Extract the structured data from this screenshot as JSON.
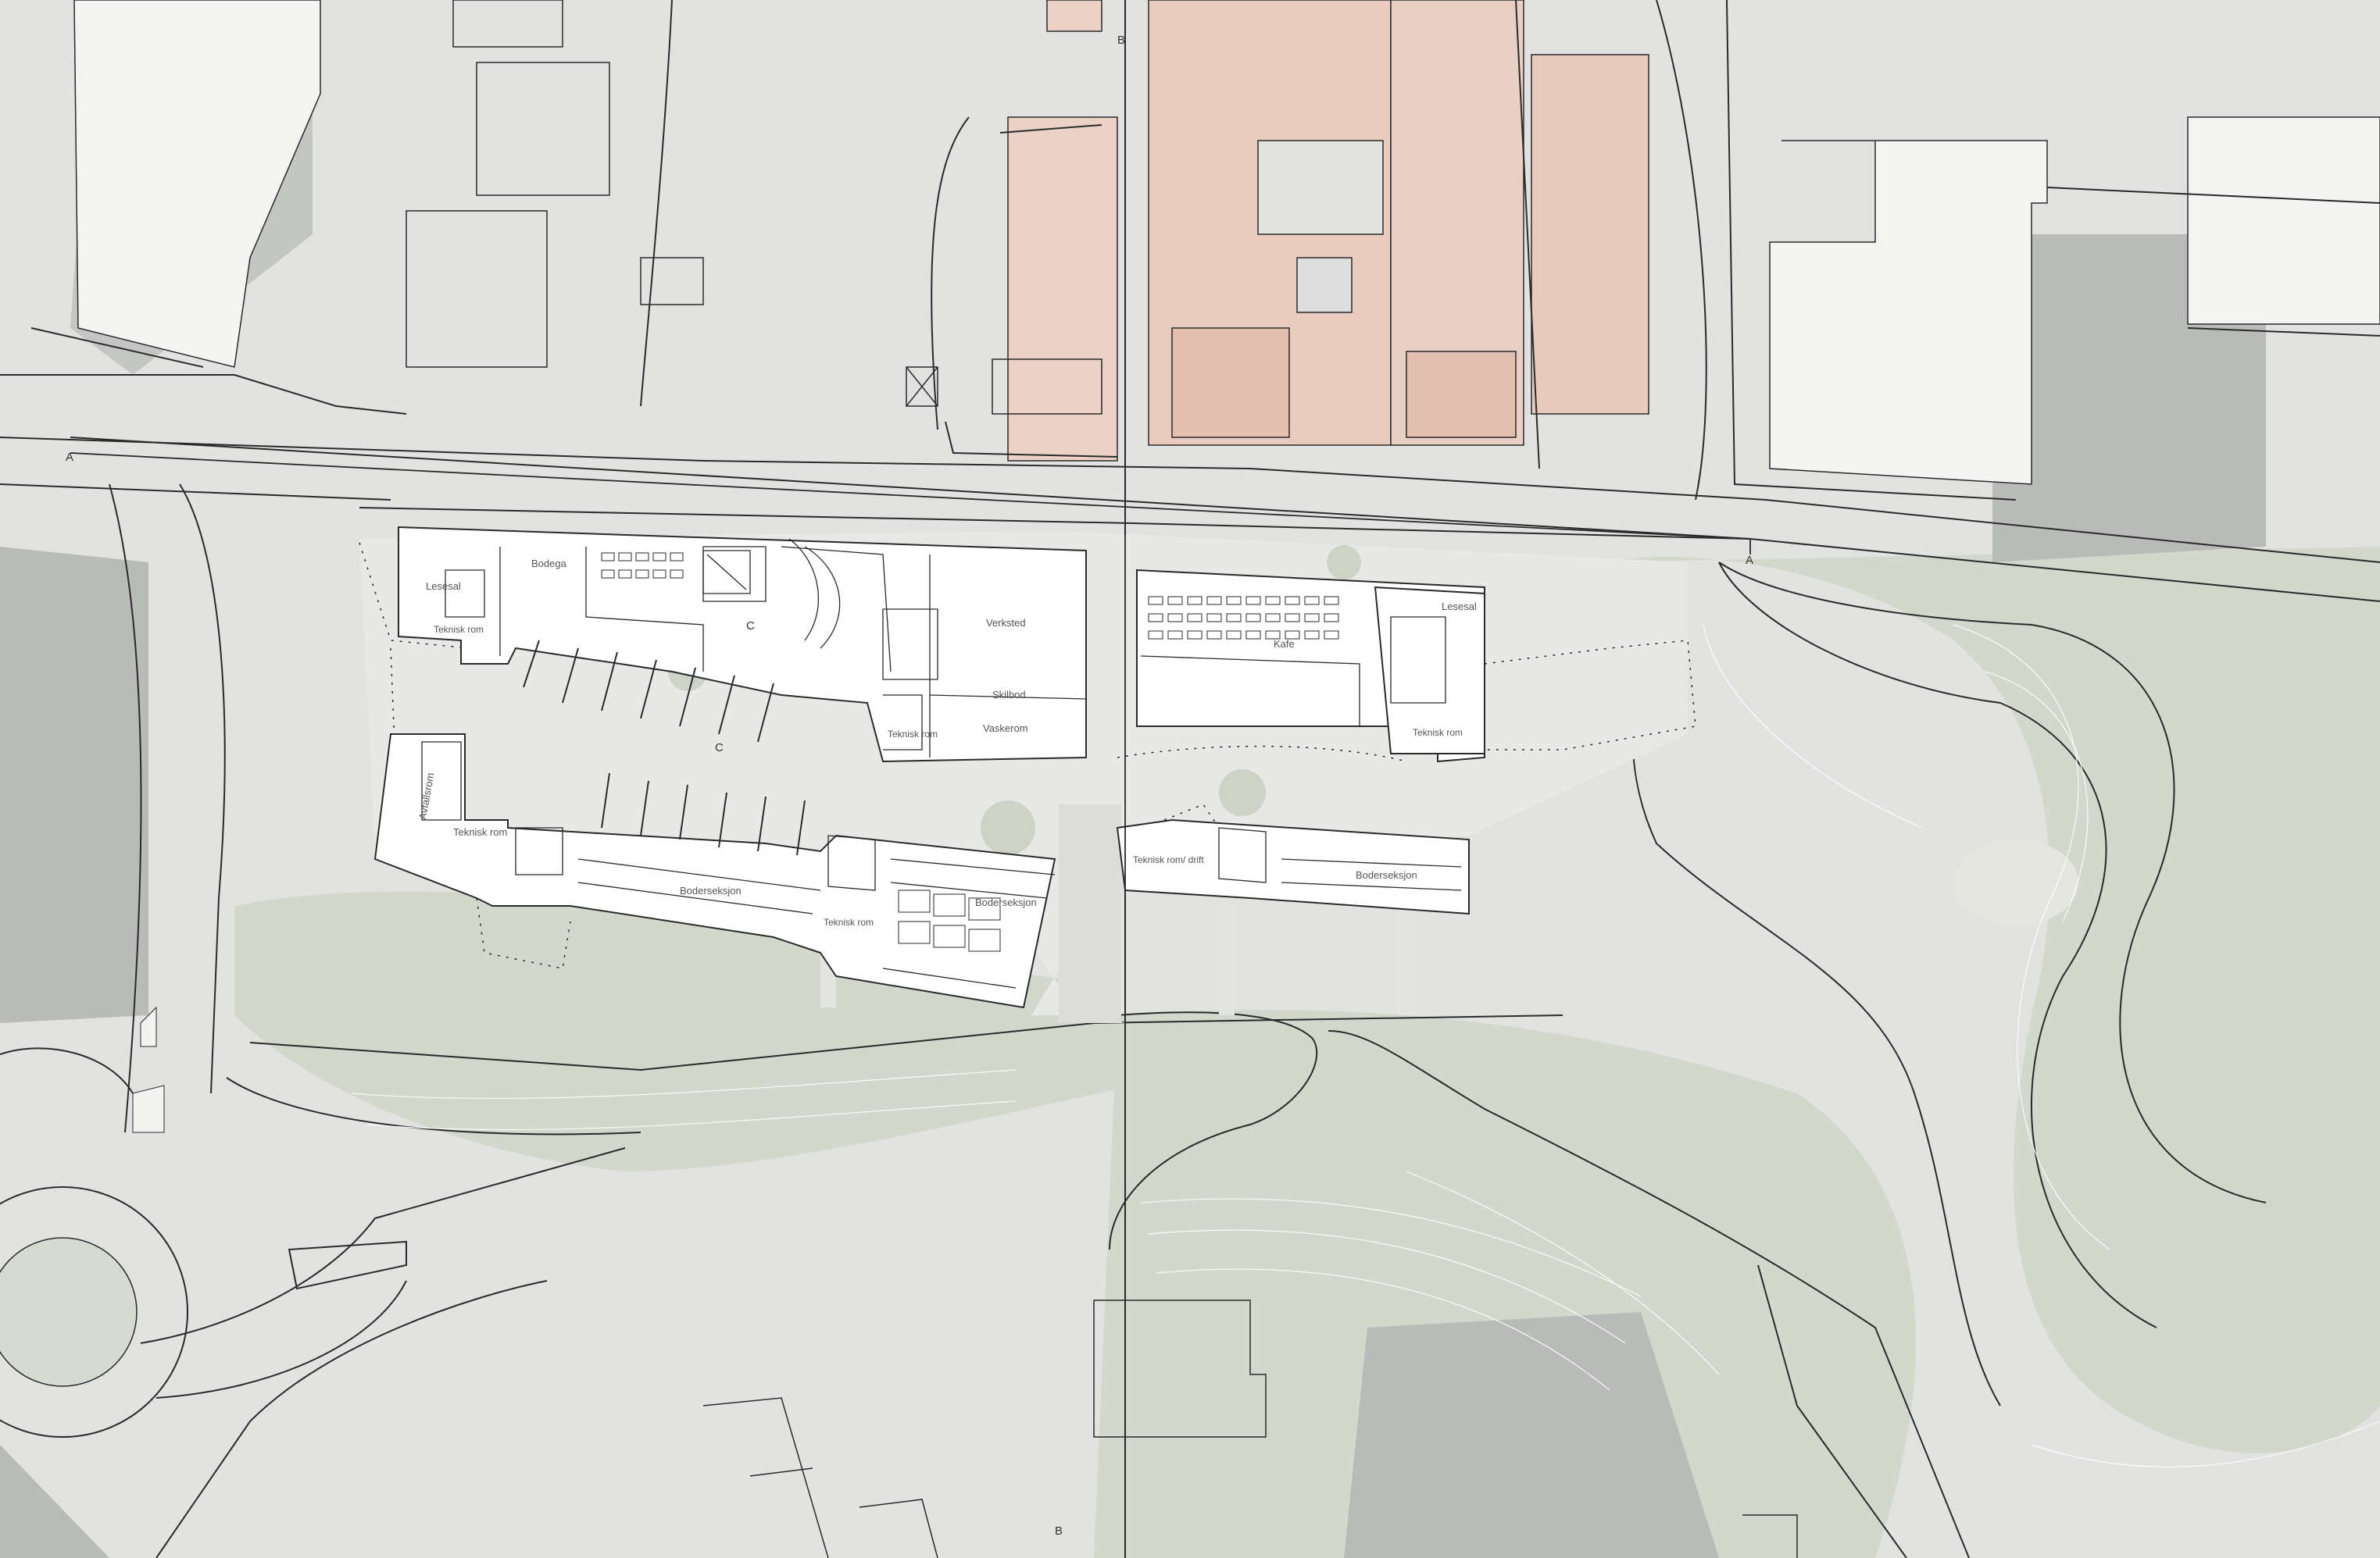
{
  "section_markers": {
    "a_left": "A",
    "a_right": "A",
    "b_top": "B",
    "b_bottom": "B",
    "c_top": "C",
    "c_bottom": "C"
  },
  "rooms": {
    "lesesal_1": "Lesesal",
    "bodega": "Bodega",
    "teknisk_rom_1": "Teknisk rom",
    "verksted": "Verksted",
    "skilbod": "Skilbod",
    "teknisk_rom_2": "Teknisk rom",
    "vaskerom": "Vaskerom",
    "kafe": "Kafe",
    "lesesal_2": "Lesesal",
    "teknisk_rom_3": "Teknisk rom",
    "avfallsrom": "Avfallsrom",
    "teknisk_rom_4": "Teknisk rom",
    "boderseksjon_1": "Boderseksjon",
    "teknisk_rom_5": "Teknisk rom",
    "boderseksjon_2": "Boderseksjon",
    "teknisk_rom_drift": "Teknisk rom/ drift",
    "boderseksjon_3": "Boderseksjon"
  },
  "colors": {
    "ground": "#dfe0dc",
    "road": "#d3d4d2",
    "grass": "#cfd6c8",
    "roof_red": "#e6c6b8",
    "building_shadow": "#aeb0ae",
    "plan_fill": "#ffffff",
    "line": "#2a2a2a"
  }
}
